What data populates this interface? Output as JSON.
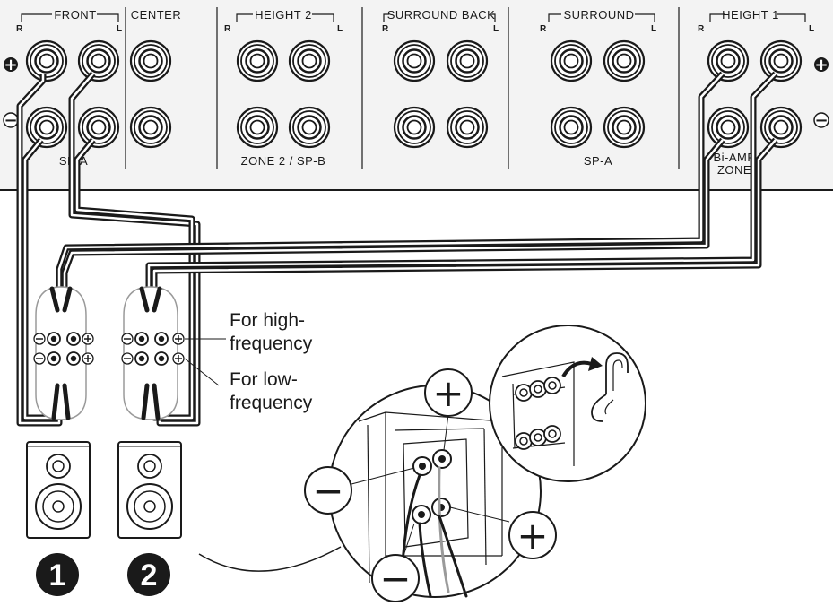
{
  "receiver": {
    "sections": {
      "front": "FRONT",
      "center": "CENTER",
      "height2": "HEIGHT 2",
      "surround_back": "SURROUND BACK",
      "surround": "SURROUND",
      "height1": "HEIGHT 1"
    },
    "channel_letters": {
      "right": "R",
      "left": "L"
    },
    "sublabels": {
      "front_spa": "SP-A",
      "zone2_spb": "ZONE 2 / SP-B",
      "surround_spa": "SP-A",
      "biamp_line1": "Bi-AMP",
      "biamp_line2": "ZONE"
    },
    "polarity": {
      "plus": "+",
      "minus": "−"
    }
  },
  "terminal_notes": {
    "high_line1": "For high-",
    "high_line2": "frequency",
    "low_line1": "For low-",
    "low_line2": "frequency"
  },
  "detail_polarity": {
    "plus": "+",
    "minus": "−"
  },
  "speaker_numbers": {
    "one": "1",
    "two": "2"
  },
  "colors": {
    "ink": "#1a1a1a",
    "panel": "#f3f3f3",
    "mid_gray": "#9a9a9a"
  }
}
